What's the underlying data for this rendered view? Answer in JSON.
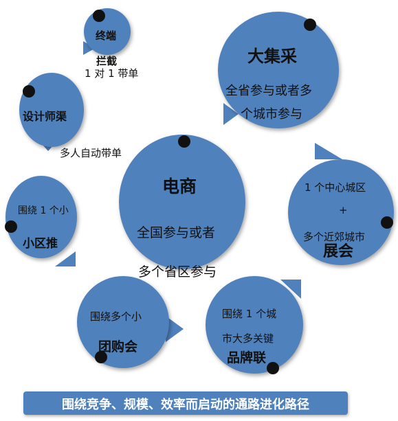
{
  "nodes": {
    "terminal": {
      "line1": "终端",
      "line2": "拦截",
      "note": "1 对 1 带单"
    },
    "designer": {
      "line1": "设计师渠",
      "note": "多人自动带单"
    },
    "procurement": {
      "title": "大集采",
      "line1": "全省参与或者多",
      "line2": "个城市参与"
    },
    "ecommerce": {
      "title": "电商",
      "line1": "全国参与或者",
      "line2": "多个省区参与"
    },
    "community": {
      "line1": "围绕 1 个小",
      "line2": "小区推"
    },
    "exhibition": {
      "line1": "1 个中心城区",
      "line2": "+",
      "line3": "多个近郊城市",
      "line4": "展会"
    },
    "groupbuy": {
      "line1": "围绕多个小",
      "line2": "团购会"
    },
    "brand": {
      "line1": "围绕 1 个城",
      "line2": "市大多关键",
      "line3": "品牌联"
    }
  },
  "banner": {
    "text": "围绕竞争、规模、效率而启动的通路进化路径"
  },
  "colors": {
    "circle": "#4f81bd",
    "dot": "#111111",
    "banner_text": "#ffffff"
  }
}
